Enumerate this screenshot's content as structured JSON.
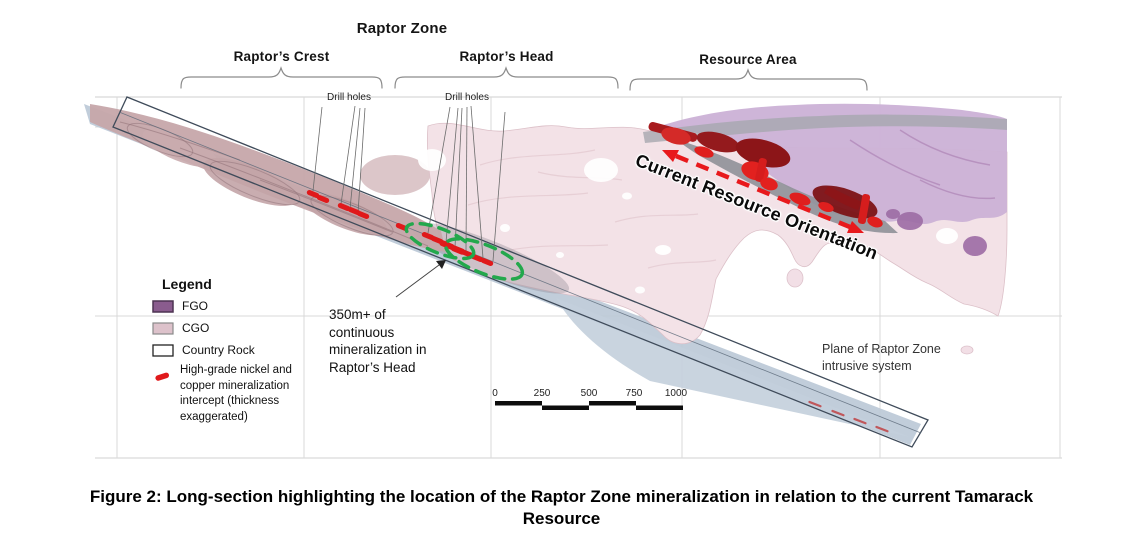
{
  "figure": {
    "title": "Raptor Zone",
    "caption": "Figure 2: Long-section highlighting the location of the Raptor Zone mineralization in relation to the current Tamarack Resource"
  },
  "zones": {
    "crest": "Raptor’s Crest",
    "head": "Raptor’s Head",
    "resource": "Resource Area"
  },
  "annotations": {
    "drill_holes_left": "Drill holes",
    "drill_holes_right": "Drill holes",
    "resource_orientation": "Current Resource Orientation",
    "mineralization_note": "350m+ of\ncontinuous\nmineralization in\nRaptor’s Head",
    "plane_note": "Plane of Raptor Zone\nintrusive system"
  },
  "legend": {
    "title": "Legend",
    "items": [
      {
        "label": "FGO",
        "color": "#8a5c8e"
      },
      {
        "label": "CGO",
        "color": "#ddc2cb"
      },
      {
        "label": "Country Rock",
        "color": "#ffffff"
      },
      {
        "label": "High-grade nickel and copper mineralization intercept (thickness exaggerated)",
        "color": "#e0191b"
      }
    ]
  },
  "scale_bar": {
    "unit_labels": [
      "0",
      "250",
      "500",
      "750",
      "1000"
    ]
  },
  "colors": {
    "resource_arrow_red": "#e8191c",
    "mineralization_red": "#e0191b",
    "highlight_green": "#23a84c",
    "plane_blue": "#bcc9d7",
    "fgo_purple": "#8a5c8e",
    "cgo_pink": "#ddc2cb",
    "dark_red_resource": "#8c1518"
  }
}
